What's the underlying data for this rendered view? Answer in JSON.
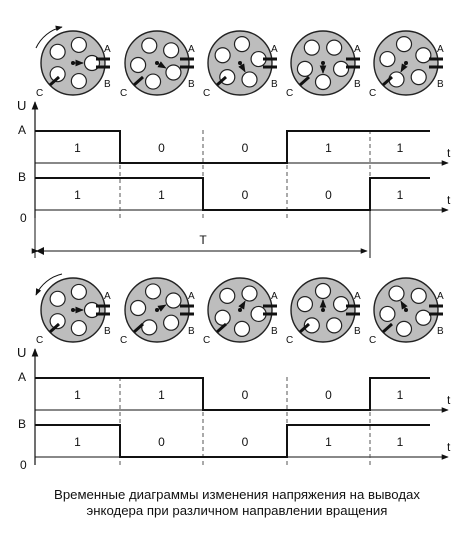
{
  "diagram": {
    "labels": {
      "axis_u": "U",
      "axis_t": "t",
      "level_a": "A",
      "level_b": "B",
      "zero": "0",
      "period": "T",
      "contact_a": "A",
      "contact_b": "B",
      "contact_c": "C"
    },
    "panels": [
      {
        "rotation": "clockwise",
        "disc_angles_deg": [
          0,
          30,
          60,
          90,
          120
        ],
        "signal_a": [
          "1",
          "0",
          "0",
          "1",
          "1"
        ],
        "signal_b": [
          "1",
          "1",
          "0",
          "0",
          "1"
        ]
      },
      {
        "rotation": "counterclockwise",
        "disc_angles_deg": [
          0,
          -30,
          -60,
          -90,
          -120
        ],
        "signal_a": [
          "1",
          "1",
          "0",
          "0",
          "1"
        ],
        "signal_b": [
          "1",
          "0",
          "0",
          "1",
          "1"
        ]
      }
    ]
  },
  "caption": {
    "line1": "Временные диаграммы изменения напряжения на выводах",
    "line2": "энкодера при различном направлении вращения"
  }
}
